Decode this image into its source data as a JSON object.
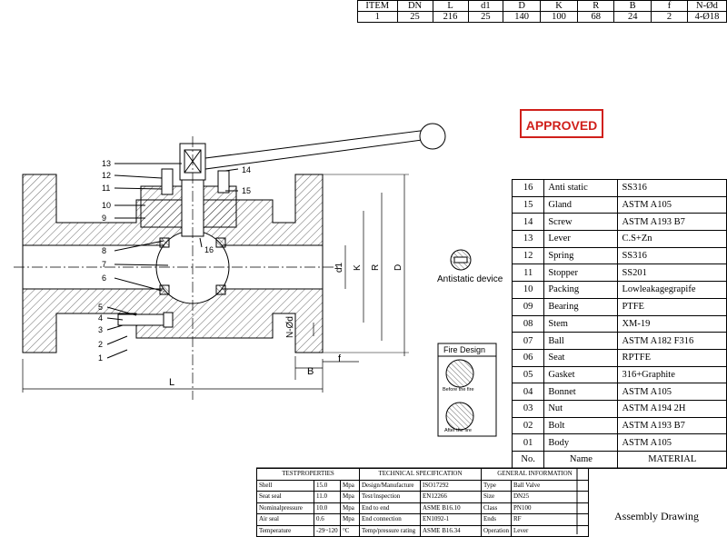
{
  "dimensions": {
    "headers": [
      "ITEM",
      "DN",
      "L",
      "d1",
      "D",
      "K",
      "R",
      "B",
      "f",
      "N-Ød"
    ],
    "values": [
      "1",
      "25",
      "216",
      "25",
      "140",
      "100",
      "68",
      "24",
      "2",
      "4-Ø18"
    ]
  },
  "stamp": "APPROVED",
  "bom": {
    "rows": [
      {
        "no": "16",
        "name": "Anti static",
        "material": "SS316"
      },
      {
        "no": "15",
        "name": "Gland",
        "material": "ASTM A105"
      },
      {
        "no": "14",
        "name": "Screw",
        "material": "ASTM A193 B7"
      },
      {
        "no": "13",
        "name": "Lever",
        "material": "C.S+Zn"
      },
      {
        "no": "12",
        "name": "Spring",
        "material": "SS316"
      },
      {
        "no": "11",
        "name": "Stopper",
        "material": "SS201"
      },
      {
        "no": "10",
        "name": "Packing",
        "material": "Lowleakagegrapife"
      },
      {
        "no": "09",
        "name": "Bearing",
        "material": "PTFE"
      },
      {
        "no": "08",
        "name": "Stem",
        "material": "XM-19"
      },
      {
        "no": "07",
        "name": "Ball",
        "material": "ASTM A182 F316"
      },
      {
        "no": "06",
        "name": "Seat",
        "material": "RPTFE"
      },
      {
        "no": "05",
        "name": "Gasket",
        "material": "316+Graphite"
      },
      {
        "no": "04",
        "name": "Bonnet",
        "material": "ASTM A105"
      },
      {
        "no": "03",
        "name": "Nut",
        "material": "ASTM A194 2H"
      },
      {
        "no": "02",
        "name": "Bolt",
        "material": "ASTM A193 B7"
      },
      {
        "no": "01",
        "name": "Body",
        "material": "ASTM A105"
      }
    ],
    "header": {
      "no": "No.",
      "name": "Name",
      "material": "MATERIAL"
    }
  },
  "spec": {
    "col1_title": "TESTPROPERTIES",
    "col2_title": "TECHNICAL SPECIFICATION",
    "col3_title": "GENERAL INFORMATION",
    "rows": [
      {
        "a": "Shell",
        "b": "15.0",
        "c": "Mpa",
        "d": "Design/Manufacture",
        "e": "ISO17292",
        "f": "Type",
        "g": "Ball Valve"
      },
      {
        "a": "Seat seal",
        "b": "11.0",
        "c": "Mpa",
        "d": "Test/inspection",
        "e": "EN12266",
        "f": "Size",
        "g": "DN25"
      },
      {
        "a": "Nominalpressure",
        "b": "10.0",
        "c": "Mpa",
        "d": "End to end",
        "e": "ASME B16.10",
        "f": "Class",
        "g": "PN100"
      },
      {
        "a": "Air seal",
        "b": "0.6",
        "c": "Mpa",
        "d": "End connection",
        "e": "EN1092-1",
        "f": "Ends",
        "g": "RF"
      },
      {
        "a": "Temperature",
        "b": "-29~120",
        "c": "°C",
        "d": "Temp/pressure rating",
        "e": "ASME B16.34",
        "f": "Operation",
        "g": "Lever"
      }
    ]
  },
  "title_block": "Assembly Drawing",
  "antistatic_label": "Antistatic device",
  "fire_design": {
    "title": "Fire Design",
    "before": "Before the fire",
    "after": "After the fire"
  },
  "drawing_labels": {
    "balloons": [
      "1",
      "2",
      "3",
      "4",
      "5",
      "6",
      "7",
      "8",
      "9",
      "10",
      "11",
      "12",
      "13",
      "14",
      "15",
      "16"
    ],
    "dims": [
      "L",
      "B",
      "f",
      "N-Ød",
      "d1",
      "K",
      "R",
      "D"
    ]
  }
}
